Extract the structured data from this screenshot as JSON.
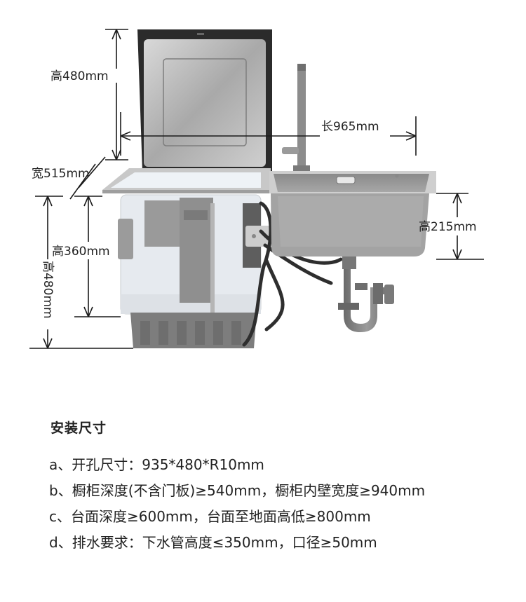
{
  "dimensions": {
    "lid_height": "高480mm",
    "length": "长965mm",
    "width": "宽515mm",
    "body_height": "高360mm",
    "total_height": "高480mm",
    "sink_height": "高215mm"
  },
  "spec": {
    "title": "安装尺寸",
    "items": [
      "a、开孔尺寸：935*480*R10mm",
      "b、橱柜深度(不含门板)≥540mm，橱柜内壁宽度≥940mm",
      "c、台面深度≥600mm，台面至地面高低≥800mm",
      "d、排水要求：下水管高度≤350mm，口径≥50mm"
    ]
  },
  "colors": {
    "dim_line": "#1a1a1a",
    "steel": "#9a9a9a",
    "lid_frame": "#2b2b2b",
    "body": "#e6eaef",
    "base": "#7d7d7d",
    "hose": "#2e2e2e"
  }
}
